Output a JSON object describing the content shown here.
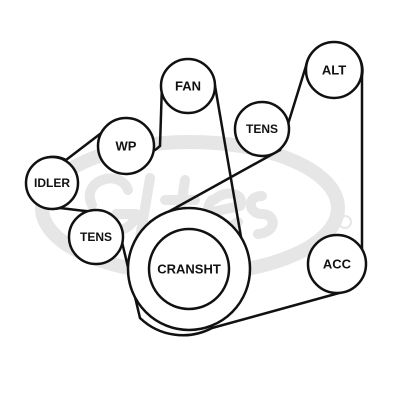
{
  "diagram": {
    "colors": {
      "belt": "#111111",
      "pulley_stroke": "#111111",
      "pulley_fill": "#ffffff",
      "watermark": "#e6e6e6",
      "background": "#ffffff"
    },
    "pulleys": {
      "fan": {
        "label": "FAN"
      },
      "wp": {
        "label": "WP"
      },
      "idler": {
        "label": "IDLER"
      },
      "tens_upper": {
        "label": "TENS"
      },
      "tens_lower": {
        "label": "TENS"
      },
      "alt": {
        "label": "ALT"
      },
      "acc": {
        "label": "ACC"
      },
      "cranksht": {
        "label": "CRANSHT"
      }
    },
    "watermark": {
      "description_icon": "gates-logo-watermark"
    }
  }
}
